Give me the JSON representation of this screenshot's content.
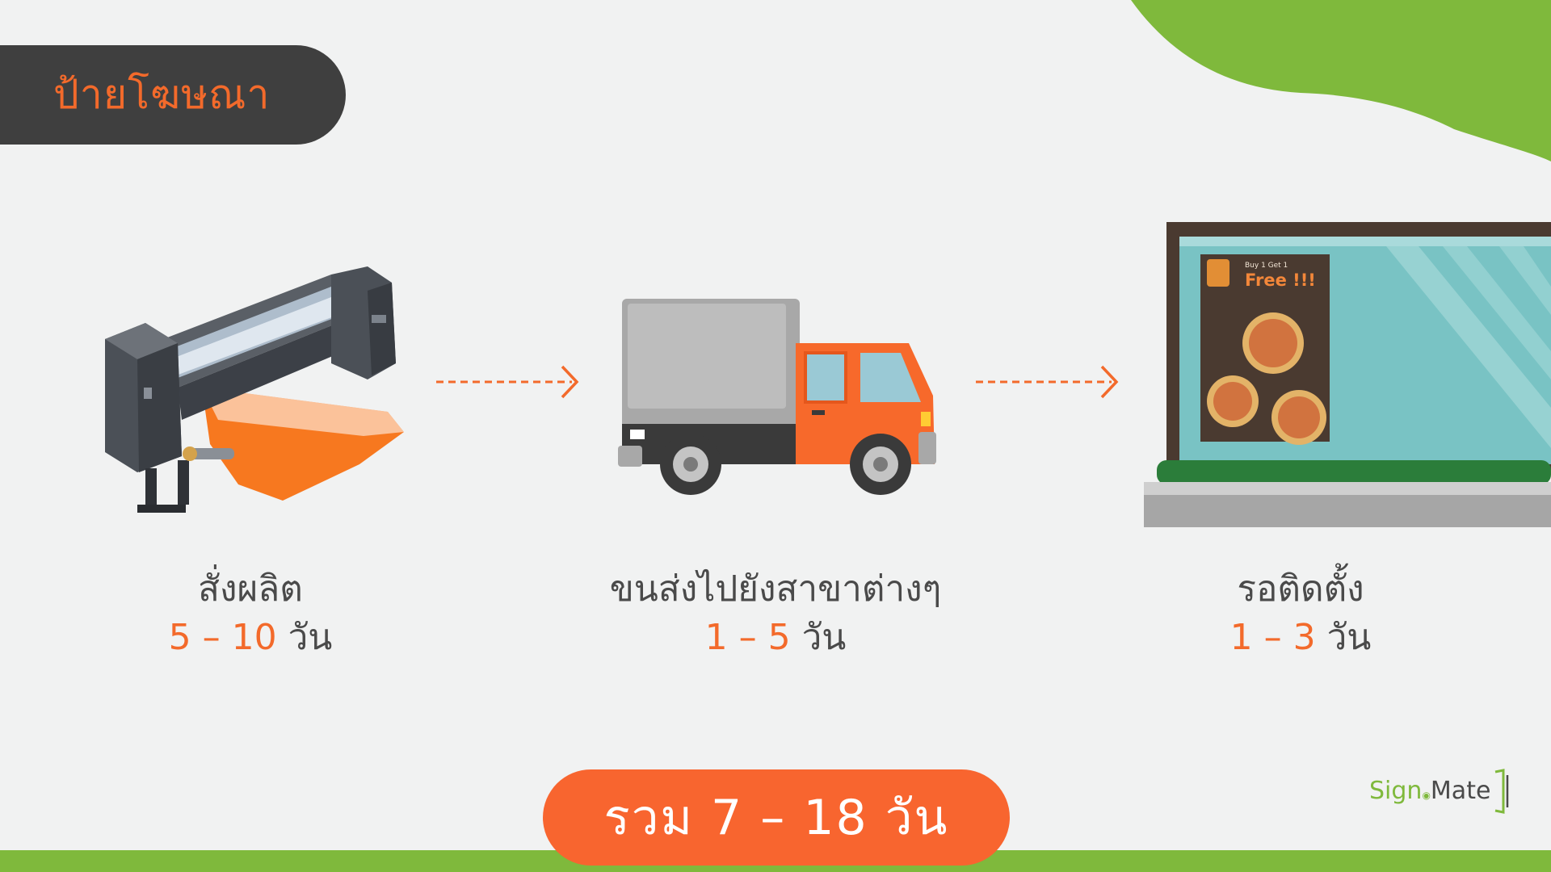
{
  "title": "ป้ายโฆษณา",
  "steps": [
    {
      "name": "สั่งผลิต",
      "min": "5",
      "dash": "–",
      "max": "10",
      "unit": "วัน"
    },
    {
      "name": "ขนส่งไปยังสาขาต่างๆ",
      "min": "1",
      "dash": "–",
      "max": "5",
      "unit": "วัน"
    },
    {
      "name": "รอติดตั้ง",
      "min": "1",
      "dash": "–",
      "max": "3",
      "unit": "วัน"
    }
  ],
  "poster": {
    "small_text": "Buy 1 Get 1",
    "big_text": "Free !!!"
  },
  "total": "รวม 7 – 18 วัน",
  "logo": {
    "part1": "Sign",
    "part2": "Mate"
  },
  "colors": {
    "accent": "#f8652f",
    "dark": "#3f3f3f",
    "green": "#7fb93c",
    "background": "#f1f2f2"
  }
}
